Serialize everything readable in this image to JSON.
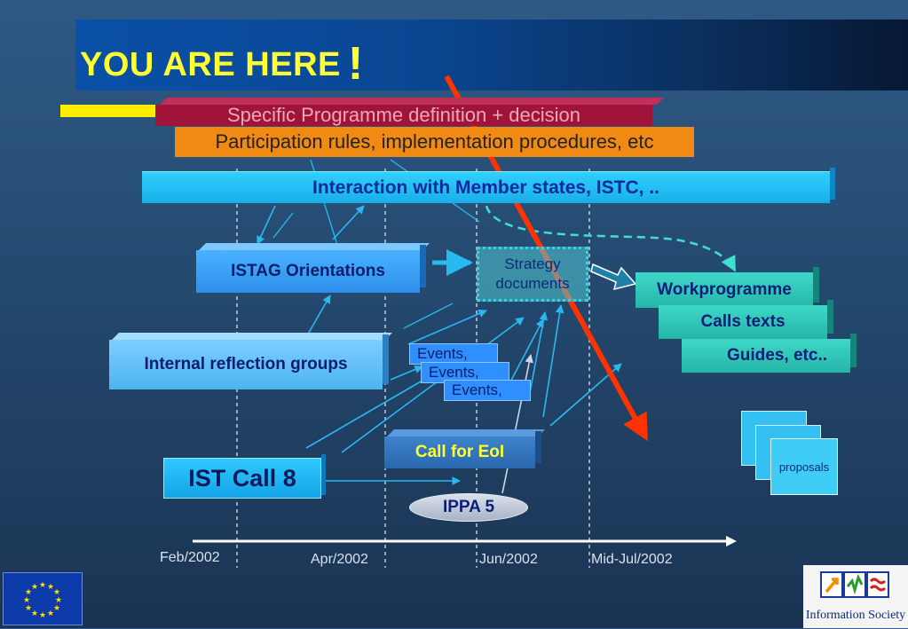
{
  "title": {
    "text": "YOU ARE HERE",
    "exclamation": "!"
  },
  "bars": {
    "specific_programme": "Specific Programme definition + decision",
    "participation_rules": "Participation rules, implementation procedures, etc",
    "interaction": "Interaction with Member states, ISTC, .."
  },
  "nodes": {
    "istag": "ISTAG Orientations",
    "strategy_line1": "Strategy",
    "strategy_line2": "documents",
    "workprogramme": "Workprogramme",
    "calls_texts": "Calls texts",
    "guides": "Guides, etc..",
    "internal_reflection": "Internal reflection groups",
    "events_1": "Events,",
    "events_2": "Events,",
    "events_3": "Events,",
    "call_for_eoi": "Call for EoI",
    "ist_call_8": "IST Call 8",
    "ippa5": "IPPA 5",
    "proposals": "proposals"
  },
  "timeline": {
    "labels": [
      "Feb/2002",
      "Apr/2002",
      "Jun/2002",
      "Mid-Jul/2002"
    ]
  },
  "logos": {
    "eu_flag": "eu-flag-icon",
    "info_society_caption": "Information Society"
  },
  "colors": {
    "title_text": "#ffff33",
    "you_are_here_arrow": "#ff3300",
    "connector": "#2ab8f0"
  }
}
